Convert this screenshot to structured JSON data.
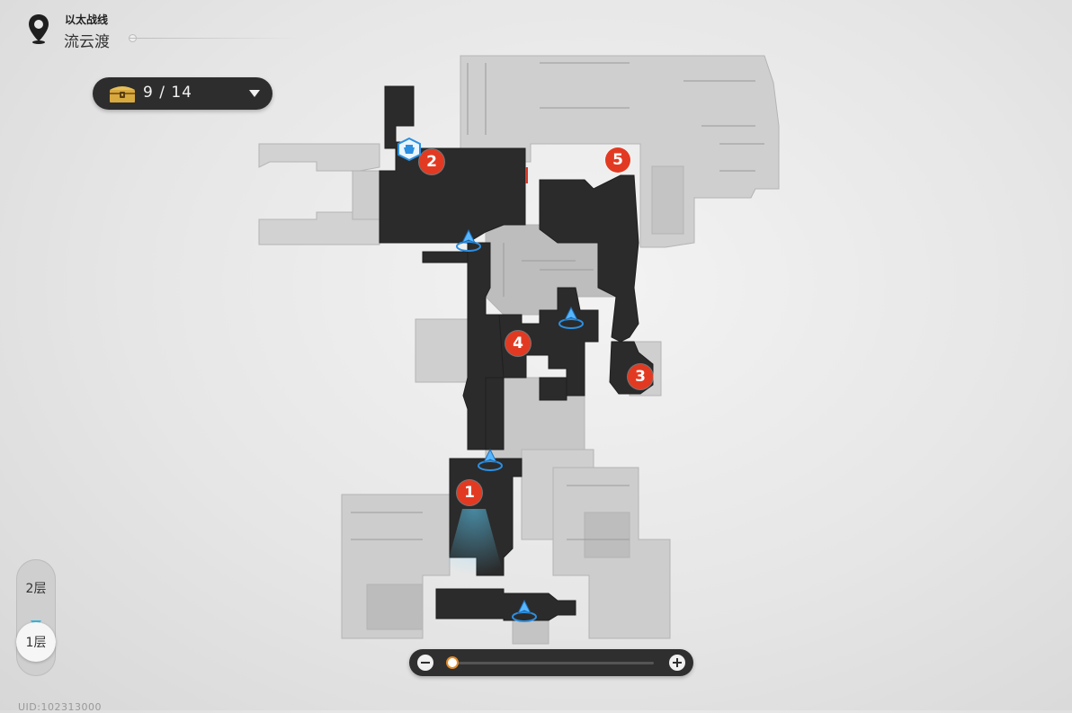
{
  "location": {
    "region": "以太战线",
    "zone": "流云渡"
  },
  "chest_counter": {
    "text": "9 / 14",
    "collected": 9,
    "total": 14,
    "icon": "treasure-chest-icon"
  },
  "markers": [
    {
      "label": "1"
    },
    {
      "label": "2"
    },
    {
      "label": "3"
    },
    {
      "label": "4"
    },
    {
      "label": "5"
    }
  ],
  "waypoint_icon": "space-anchor-icon",
  "special_icon": "shop-icon",
  "floors": {
    "upper": "2层",
    "lower": "1层",
    "selected": "1层"
  },
  "zoom": {
    "level": 0.0,
    "minus_icon": "minus-icon",
    "plus_icon": "plus-icon"
  },
  "uid": "UID:102313000",
  "colors": {
    "marker": "#e23a22",
    "waypoint": "#2d8fe0",
    "zoom_accent": "#e08a2a",
    "explored": "#2b2b2b"
  }
}
